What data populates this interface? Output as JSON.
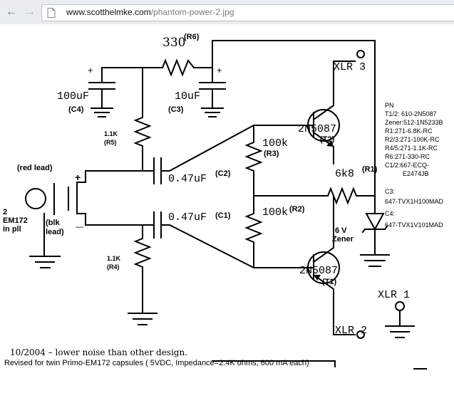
{
  "browser": {
    "back_glyph": "←",
    "forward_glyph": "→",
    "url_host": "www.scotthelmke.com",
    "url_path": "/phantom-power-2.jpg",
    "back_icon": "back-arrow-icon",
    "forward_icon": "forward-arrow-icon",
    "page_icon": "page-icon"
  },
  "schematic": {
    "r6_value": "330",
    "r6_ref": "(R6)",
    "c4_value": "100uF",
    "c4_ref": "(C4)",
    "c3_value": "10uF",
    "c3_ref": "(C3)",
    "r5_value": "1.1K",
    "r5_ref": "(R5)",
    "r4_value": "1.1K",
    "r4_ref": "(R4)",
    "c2_value": "0.47uF",
    "c2_ref": "(C2)",
    "c1_value": "0.47uF",
    "c1_ref": "(C1)",
    "r3_value": "100k",
    "r3_ref": "(R3)",
    "r2_value": "100k",
    "r2_ref": "(R2)",
    "t2_part": "2N5087",
    "t2_ref": "(T2)",
    "t1_part": "2N5087",
    "t1_ref": "(T1)",
    "r1_value": "6k8",
    "r1_ref": "(R1)",
    "zener_value": "6 V",
    "zener_label": "Zener",
    "xlr3": "XLR 3",
    "xlr2": "XLR 2",
    "xlr1": "XLR 1",
    "red_lead": "(red lead)",
    "blk_lead_1": "(blk",
    "blk_lead_2": "lead)",
    "capsule_1": "2",
    "capsule_2": "EM172",
    "capsule_3": "in pll",
    "plus": "+",
    "minus": "—",
    "parts_list": [
      "PN",
      "T1/2: 610-2N5087",
      "Zener:512-1N5233B",
      "R1:271-6.8K-RC",
      "R2/3:271-100K-RC",
      "R4/5:271-1.1K-RC",
      "R6:271-330-RC",
      "C1/2:667-ECQ-",
      "E2474JB",
      "C3:",
      "647-TVX1H100MAD",
      "C4:",
      "647-TVX1V101MAD"
    ],
    "note_1": "10/2004 – lower noise than other design.",
    "note_2": "Revised for twin Primo-EM172 capsules ( 5VDC, Impedance=2.4K ohms, 600 mA each)"
  }
}
